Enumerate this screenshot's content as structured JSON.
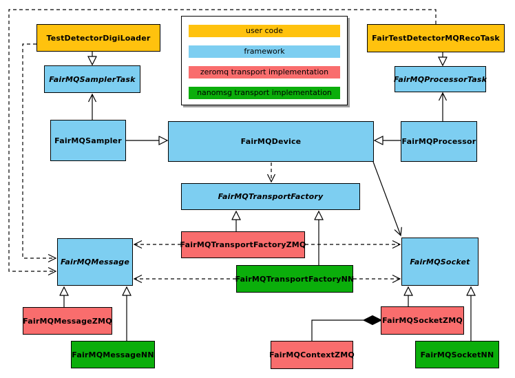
{
  "legend": {
    "items": [
      {
        "name": "user-code",
        "label": "user code",
        "color": "#FFC20E"
      },
      {
        "name": "framework",
        "label": "framework",
        "color": "#7DCEF1"
      },
      {
        "name": "zeromq",
        "label": "zeromq transport implementation",
        "color": "#F96D6D"
      },
      {
        "name": "nanomsg",
        "label": "nanomsg transport implementation",
        "color": "#0BAE0B"
      }
    ]
  },
  "nodes": {
    "testDetectorDigiLoader": {
      "label": "TestDetectorDigiLoader",
      "category": "user code",
      "abstract": false
    },
    "fairTestDetectorMQRecoTask": {
      "label": "FairTestDetectorMQRecoTask",
      "category": "user code",
      "abstract": false
    },
    "fairMQSamplerTask": {
      "label": "FairMQSamplerTask",
      "category": "framework",
      "abstract": true
    },
    "fairMQProcessorTask": {
      "label": "FairMQProcessorTask",
      "category": "framework",
      "abstract": true
    },
    "fairMQSampler": {
      "label": "FairMQSampler",
      "category": "framework",
      "abstract": false
    },
    "fairMQDevice": {
      "label": "FairMQDevice",
      "category": "framework",
      "abstract": false
    },
    "fairMQProcessor": {
      "label": "FairMQProcessor",
      "category": "framework",
      "abstract": false
    },
    "fairMQTransportFactory": {
      "label": "FairMQTransportFactory",
      "category": "framework",
      "abstract": true
    },
    "fairMQTransportFactoryZMQ": {
      "label": "FairMQTransportFactoryZMQ",
      "category": "zeromq transport implementation",
      "abstract": false
    },
    "fairMQTransportFactoryNN": {
      "label": "FairMQTransportFactoryNN",
      "category": "nanomsg transport implementation",
      "abstract": false
    },
    "fairMQMessage": {
      "label": "FairMQMessage",
      "category": "framework",
      "abstract": true
    },
    "fairMQSocket": {
      "label": "FairMQSocket",
      "category": "framework",
      "abstract": true
    },
    "fairMQMessageZMQ": {
      "label": "FairMQMessageZMQ",
      "category": "zeromq transport implementation",
      "abstract": false
    },
    "fairMQMessageNN": {
      "label": "FairMQMessageNN",
      "category": "nanomsg transport implementation",
      "abstract": false
    },
    "fairMQContextZMQ": {
      "label": "FairMQContextZMQ",
      "category": "zeromq transport implementation",
      "abstract": false
    },
    "fairMQSocketZMQ": {
      "label": "FairMQSocketZMQ",
      "category": "zeromq transport implementation",
      "abstract": false
    },
    "fairMQSocketNN": {
      "label": "FairMQSocketNN",
      "category": "nanomsg transport implementation",
      "abstract": false
    }
  },
  "edges": [
    {
      "from": "TestDetectorDigiLoader",
      "to": "FairMQSamplerTask",
      "type": "generalization"
    },
    {
      "from": "FairTestDetectorMQRecoTask",
      "to": "FairMQProcessorTask",
      "type": "generalization"
    },
    {
      "from": "FairMQSampler",
      "to": "FairMQSamplerTask",
      "type": "association"
    },
    {
      "from": "FairMQProcessor",
      "to": "FairMQProcessorTask",
      "type": "association"
    },
    {
      "from": "FairMQSampler",
      "to": "FairMQDevice",
      "type": "generalization"
    },
    {
      "from": "FairMQProcessor",
      "to": "FairMQDevice",
      "type": "generalization"
    },
    {
      "from": "FairMQDevice",
      "to": "FairMQTransportFactory",
      "type": "dependency"
    },
    {
      "from": "FairMQDevice",
      "to": "FairMQSocket",
      "type": "association"
    },
    {
      "from": "FairMQTransportFactoryZMQ",
      "to": "FairMQTransportFactory",
      "type": "generalization"
    },
    {
      "from": "FairMQTransportFactoryNN",
      "to": "FairMQTransportFactory",
      "type": "generalization"
    },
    {
      "from": "FairMQTransportFactoryZMQ",
      "to": "FairMQMessage",
      "type": "dependency"
    },
    {
      "from": "FairMQTransportFactoryZMQ",
      "to": "FairMQSocket",
      "type": "dependency"
    },
    {
      "from": "FairMQTransportFactoryNN",
      "to": "FairMQMessage",
      "type": "dependency"
    },
    {
      "from": "FairMQTransportFactoryNN",
      "to": "FairMQSocket",
      "type": "dependency"
    },
    {
      "from": "FairMQMessageZMQ",
      "to": "FairMQMessage",
      "type": "generalization"
    },
    {
      "from": "FairMQMessageNN",
      "to": "FairMQMessage",
      "type": "generalization"
    },
    {
      "from": "FairMQSocketZMQ",
      "to": "FairMQSocket",
      "type": "generalization"
    },
    {
      "from": "FairMQSocketNN",
      "to": "FairMQSocket",
      "type": "generalization"
    },
    {
      "from": "FairMQContextZMQ",
      "to": "FairMQSocketZMQ",
      "type": "composition"
    },
    {
      "from": "TestDetectorDigiLoader",
      "to": "FairMQMessage",
      "type": "dependency"
    },
    {
      "from": "FairTestDetectorMQRecoTask",
      "to": "FairMQMessage",
      "type": "dependency"
    }
  ]
}
